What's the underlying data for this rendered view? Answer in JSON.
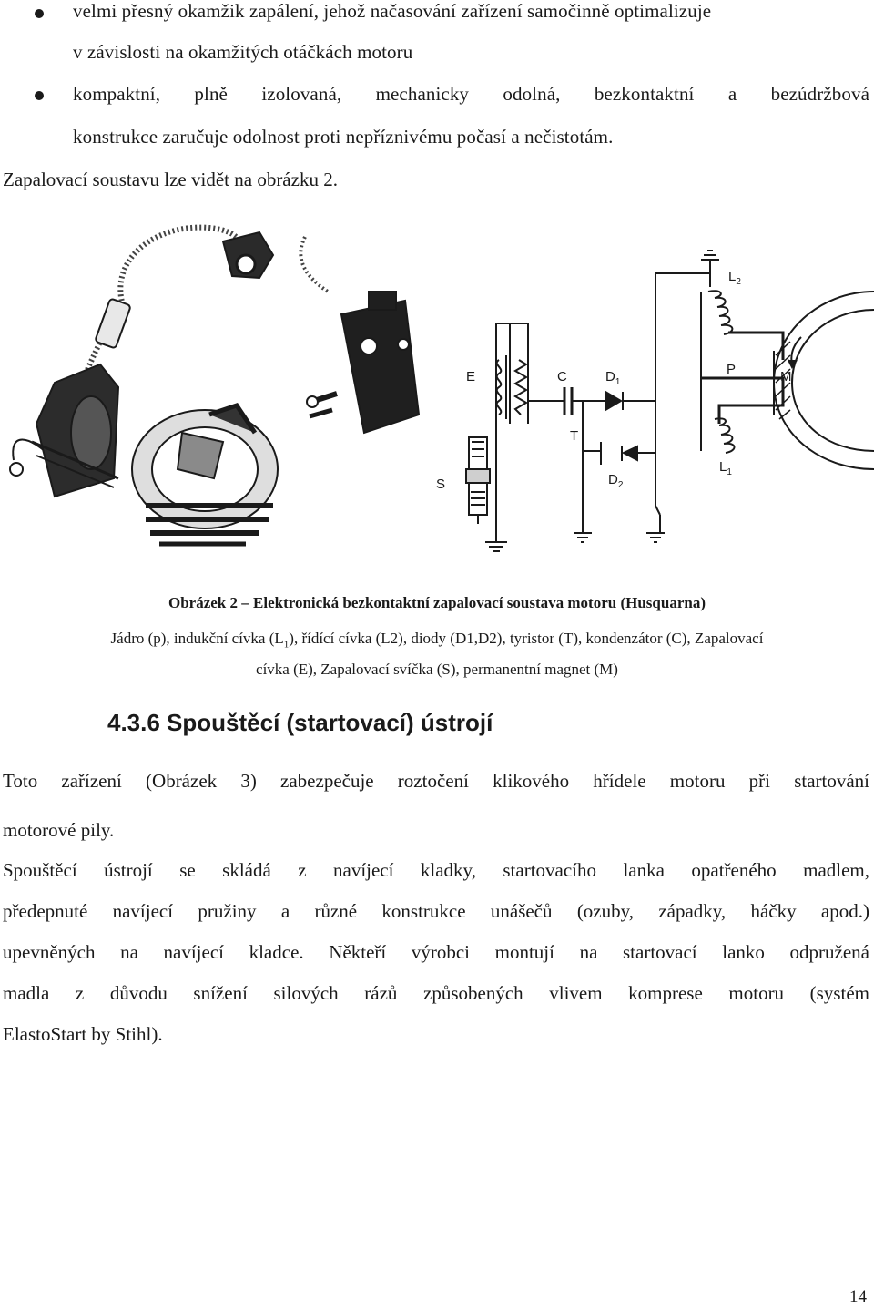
{
  "bullets": [
    {
      "lines": [
        "velmi přesný okamžik zapálení, jehož načasování zařízení samočinně optimalizuje",
        "v závislosti na okamžitých otáčkách motoru"
      ]
    },
    {
      "lines": [
        "kompaktní,  plně  izolovaná,  mechanicky  odolná,  bezkontaktní  a  bezúdržbová",
        "konstrukce zaručuje odolnost proti nepříznivému počasí a nečistotám."
      ]
    }
  ],
  "lead_text": "Zapalovací soustavu lze vidět na obrázku 2.",
  "figure": {
    "labels": {
      "E": "E",
      "C": "C",
      "D1_main": "D",
      "D1_sub": "1",
      "T": "T",
      "D2_main": "D",
      "D2_sub": "2",
      "S": "S",
      "P": "P",
      "M": "M",
      "L1_main": "L",
      "L1_sub": "1",
      "L2_main": "L",
      "L2_sub": "2"
    }
  },
  "caption": {
    "title": "Obrázek 2 – Elektronická bezkontaktní zapalovací soustava motoru (Husquarna)",
    "line1_prefix": "Jádro (p),  indukční cívka (L",
    "line1_sub": "1",
    "line1_suffix": "), řídící cívka (L2), diody (D1,D2), tyristor (T), kondenzátor (C), Zapalovací",
    "line2": "cívka (E), Zapalovací svíčka (S), permanentní magnet (M)"
  },
  "section": {
    "heading": "4.3.6 Spouštěcí (startovací) ústrojí"
  },
  "paragraph1": {
    "lines": [
      "Toto zařízení (Obrázek 3) zabezpečuje roztočení klikového hřídele motoru při startování",
      "motorové pily."
    ]
  },
  "paragraph2": {
    "lines": [
      "Spouštěcí ústrojí se skládá z navíjecí kladky, startovacího lanka opatřeného madlem,",
      "předepnuté navíjecí pružiny a různé konstrukce unášečů (ozuby, západky, háčky apod.)",
      "upevněných na navíjecí kladce. Někteří výrobci montují na startovací lanko odpružená",
      "madla z důvodu snížení silových rázů způsobených vlivem komprese motoru (systém",
      "ElastoStart by Stihl)."
    ]
  },
  "page_number": "14"
}
